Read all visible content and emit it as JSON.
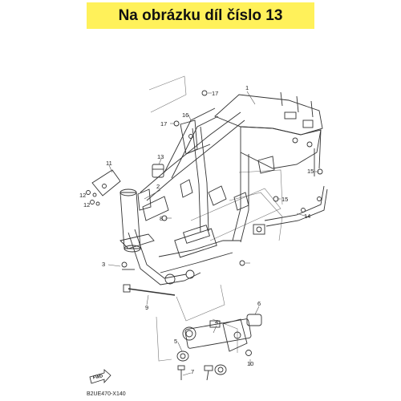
{
  "banner": {
    "text": "Na obrázku díl číslo 13",
    "color": "#fff15a"
  },
  "diagram_code": "B2UE470-X140",
  "fwd_label": "FWD",
  "callouts": [
    "1",
    "2",
    "3",
    "4",
    "5",
    "6",
    "7",
    "8",
    "9",
    "10",
    "11",
    "12",
    "12",
    "13",
    "14",
    "15",
    "15",
    "16",
    "17",
    "17"
  ]
}
